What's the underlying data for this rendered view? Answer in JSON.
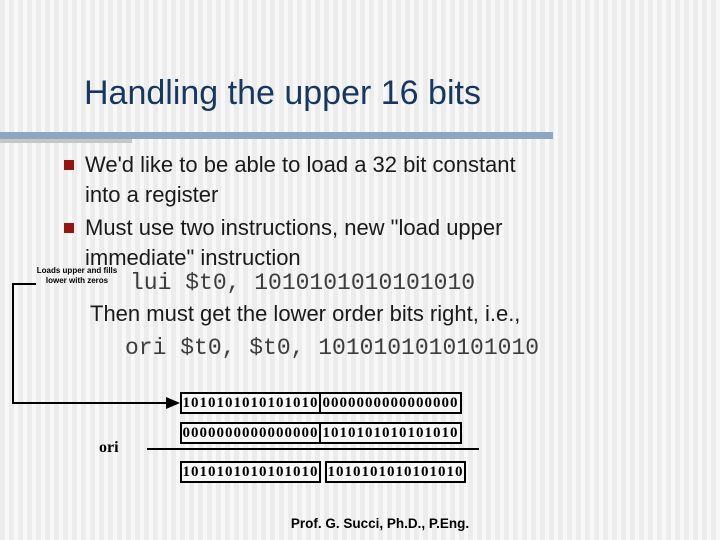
{
  "slide": {
    "title": "Handling the upper 16 bits",
    "bullets": [
      {
        "lines": [
          "We'd like to be able to load a 32 bit constant",
          "into a register"
        ]
      },
      {
        "lines": [
          "Must use two instructions, new \"load upper",
          "immediate\" instruction"
        ]
      }
    ],
    "annotation": {
      "line1": "Loads upper and fills",
      "line2": "lower with zeros"
    },
    "code_lui": "lui $t0, 1010101010101010",
    "then_line": "Then must get the lower order bits right, i.e.,",
    "code_ori": "ori $t0, $t0, 1010101010101010",
    "diagram": {
      "operator": "ori",
      "rows": [
        {
          "left": "1010101010101010",
          "right": "0000000000000000"
        },
        {
          "left": "0000000000000000",
          "right": "1010101010101010"
        },
        {
          "left": "1010101010101010",
          "right": "1010101010101010"
        }
      ]
    },
    "footer": "Prof. G. Succi, Ph.D., P.Eng.",
    "colors": {
      "title": "#17375E",
      "title_bar": "#8CA7C3",
      "bullet_square": "#901712",
      "body_text": "#1a1a1a",
      "code_text": "#3d3d3d",
      "diagram_ink": "#000000"
    }
  }
}
